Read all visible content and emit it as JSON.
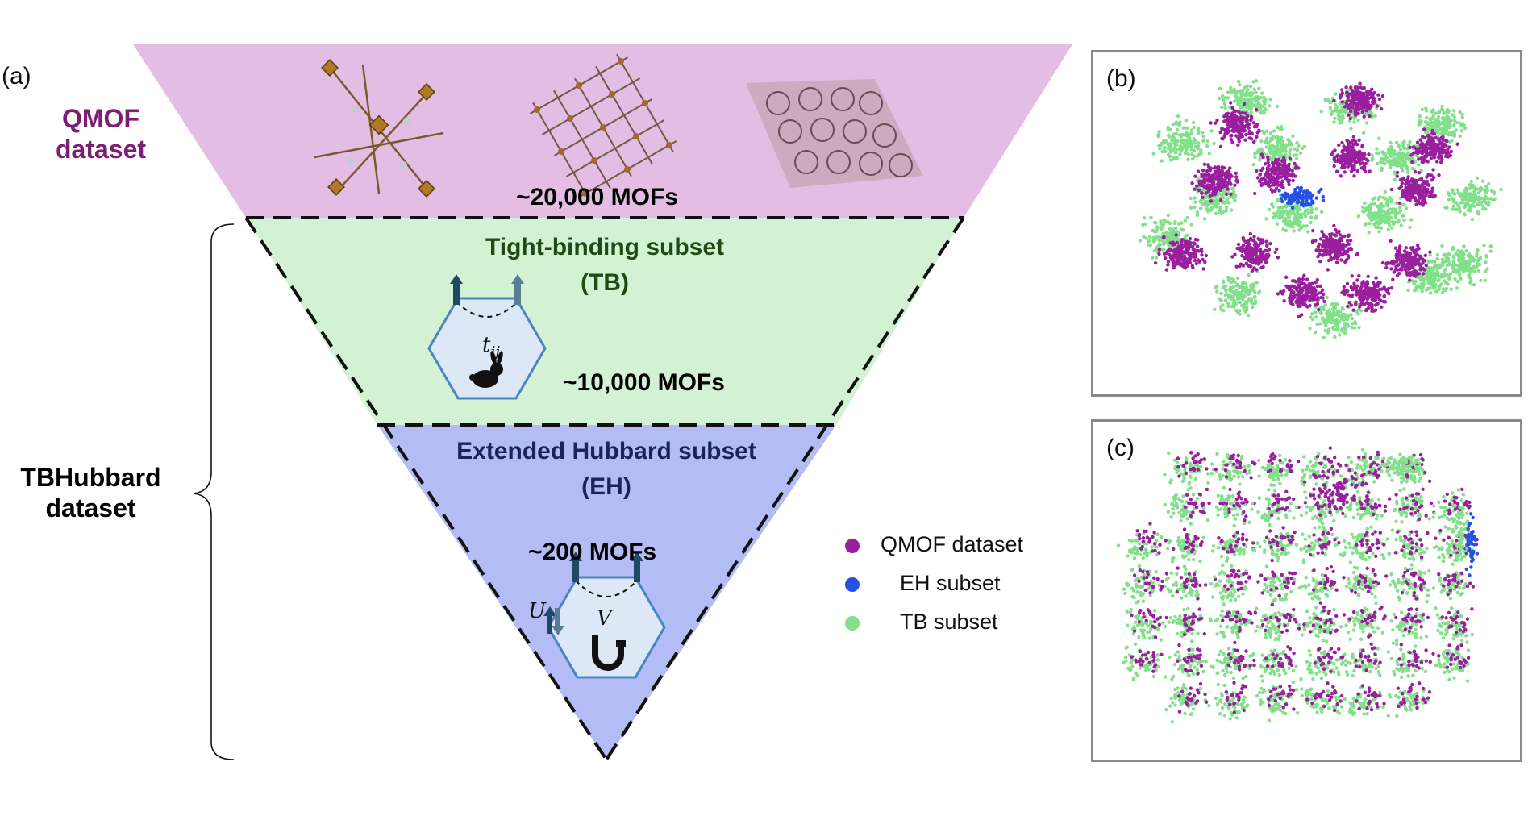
{
  "panels": {
    "a_label": "(a)",
    "b_label": "(b)",
    "c_label": "(c)"
  },
  "qmof": {
    "title_line1": "QMOF",
    "title_line2": "dataset",
    "count": "~20,000 MOFs",
    "color": "#e3bde3"
  },
  "tb": {
    "title_line1": "Tight-binding subset",
    "title_line2": "(TB)",
    "count": "~10,000 MOFs",
    "symbol": "t",
    "symbol_sub": "ij",
    "color": "#d3f2d3"
  },
  "eh": {
    "title_line1": "Extended Hubbard subset",
    "title_line2": "(EH)",
    "count": "~200 MOFs",
    "symbol_u": "U",
    "symbol_v": "V",
    "color": "#b3bcf4"
  },
  "tbhubbard": {
    "title_line1": "TBHubbard",
    "title_line2": "dataset"
  },
  "legend": [
    {
      "label": "QMOF dataset",
      "color": "#9a1f9e"
    },
    {
      "label": "EH subset",
      "color": "#2450e8"
    },
    {
      "label": "TB subset",
      "color": "#82e08a"
    }
  ],
  "icons": [
    "mof-crystal-icon",
    "rabbit-icon",
    "magnet-icon",
    "spin-arrow-icon"
  ]
}
